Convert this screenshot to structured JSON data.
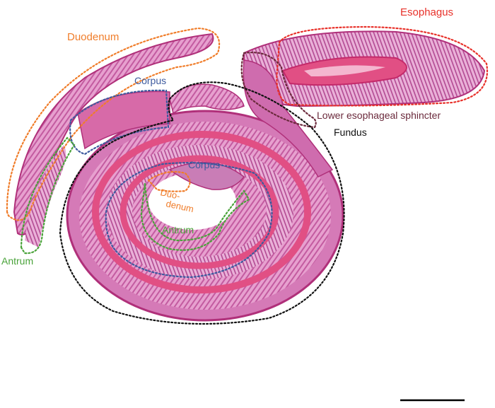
{
  "labels": {
    "esophagus": "Esophagus",
    "duodenum_outer": "Duodenum",
    "corpus_upper": "Corpus",
    "lower_esophageal_sphincter": "Lower esophageal sphincter",
    "fundus": "Fundus",
    "corpus_inner": "Corpus",
    "duodenum_inner_line1": "Duo-",
    "duodenum_inner_line2": "denum",
    "antrum_inner": "Antrum",
    "antrum_outer": "Antrum"
  },
  "colors": {
    "esophagus": "#e8312a",
    "duodenum": "#f07d2a",
    "corpus": "#3d5a9e",
    "sphincter": "#6b2a3c",
    "fundus": "#111111",
    "antrum": "#4aa33a",
    "tissue_light": "#e9a6d2",
    "tissue_mid": "#c65a9f",
    "tissue_dark": "#b0307a",
    "muscle_pink": "#e14f84"
  },
  "scale_bar": {
    "present": true
  }
}
